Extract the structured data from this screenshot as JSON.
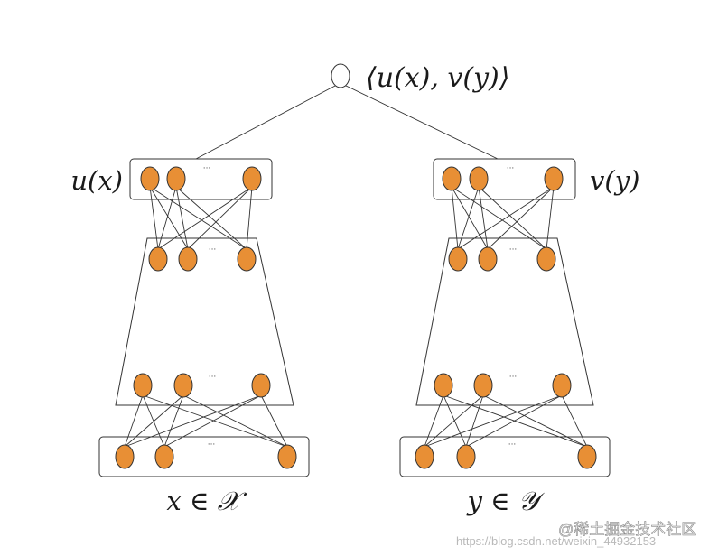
{
  "colors": {
    "node_fill": "#E88F35",
    "output_fill": "#FFFFFF",
    "stroke": "#333333"
  },
  "labels": {
    "output": "⟨u(x), v(y)⟩",
    "left_embedding": "u(x)",
    "right_embedding": "v(y)",
    "left_input": "x ∈ 𝒳",
    "right_input": "y ∈ 𝒴",
    "ellipsis": "···"
  },
  "watermark": {
    "url": "https://blog.csdn.net/weixin_44932153",
    "site": "@稀土掘金技术社区"
  }
}
